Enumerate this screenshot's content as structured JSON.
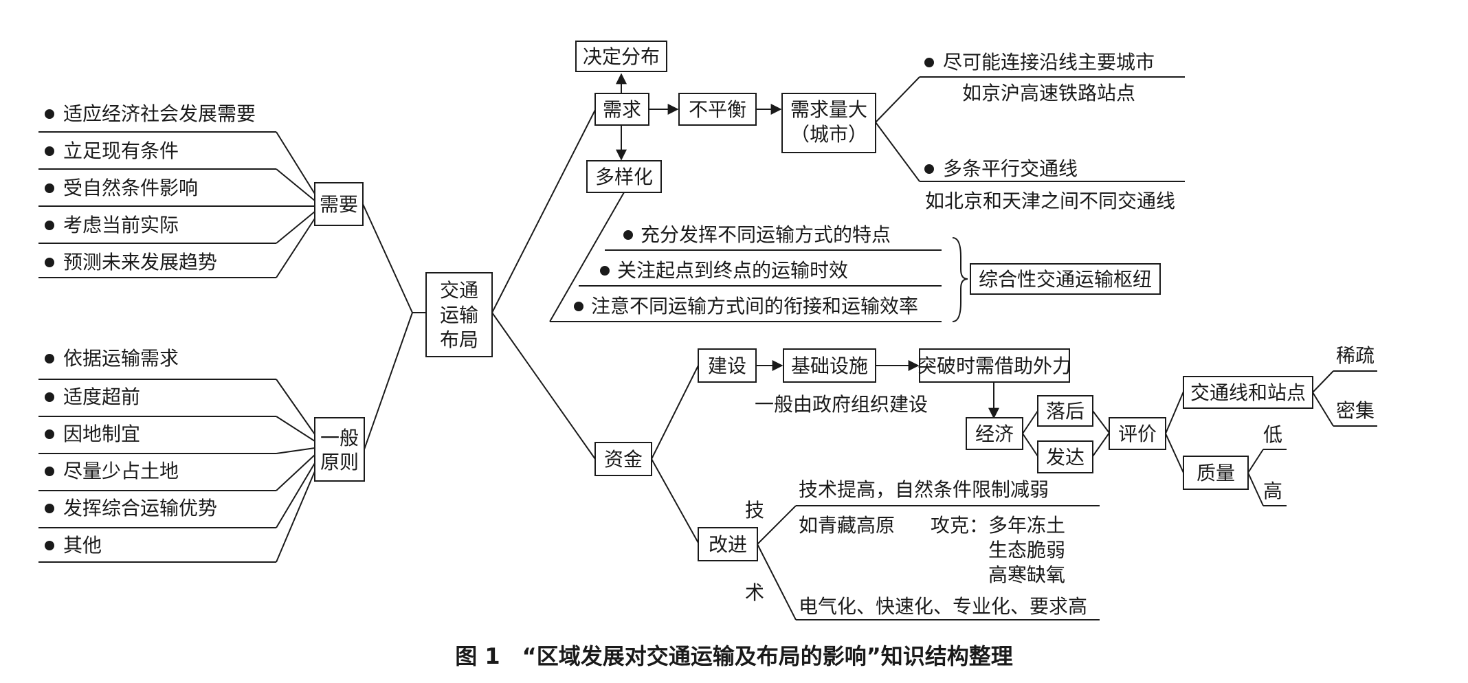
{
  "root": {
    "lines": [
      "交通",
      "运输",
      "布局"
    ]
  },
  "need": {
    "label": "需要",
    "items": [
      "适应经济社会发展需要",
      "立足现有条件",
      "受自然条件影响",
      "考虑当前实际",
      "预测未来发展趋势"
    ]
  },
  "principle": {
    "lines": [
      "一般",
      "原则"
    ],
    "items": [
      "依据运输需求",
      "适度超前",
      "因地制宜",
      "尽量少占土地",
      "发挥综合运输优势",
      "其他"
    ]
  },
  "demand": {
    "label": "需求",
    "decide": "决定分布",
    "imbalance": "不平衡",
    "big_lines": [
      "需求量大",
      "（城市）"
    ],
    "big_1": "尽可能连接沿线主要城市",
    "big_1_eg": "如京沪高速铁路站点",
    "big_2": "多条平行交通线",
    "big_2_eg": "如北京和天津之间不同交通线",
    "diverse": "多样化",
    "hub_items": [
      "充分发挥不同运输方式的特点",
      "关注起点到终点的运输时效",
      "注意不同运输方式间的衔接和运输效率"
    ],
    "hub": "综合性交通运输枢纽"
  },
  "funds": {
    "label": "资金",
    "build": "建设",
    "infra": "基础设施",
    "gov": "一般由政府组织建设",
    "breakthrough": "突破时需借助外力",
    "economy": "经济",
    "backward": "落后",
    "developed": "发达",
    "evaluate": "评价",
    "lines_stations": "交通线和站点",
    "sparse": "稀疏",
    "dense": "密集",
    "quality": "质量",
    "low": "低",
    "high": "高"
  },
  "improve": {
    "label": "改进",
    "tech_1": "技",
    "tech_2": "术",
    "progress": "技术提高，自然条件限制减弱",
    "eg": "如青藏高原",
    "conquer": "攻克：",
    "conquer_items": [
      "多年冻土",
      "生态脆弱",
      "高寒缺氧"
    ],
    "trend": "电气化、快速化、专业化、要求高"
  },
  "caption": "图 1　“区域发展对交通运输及布局的影响”知识结构整理"
}
